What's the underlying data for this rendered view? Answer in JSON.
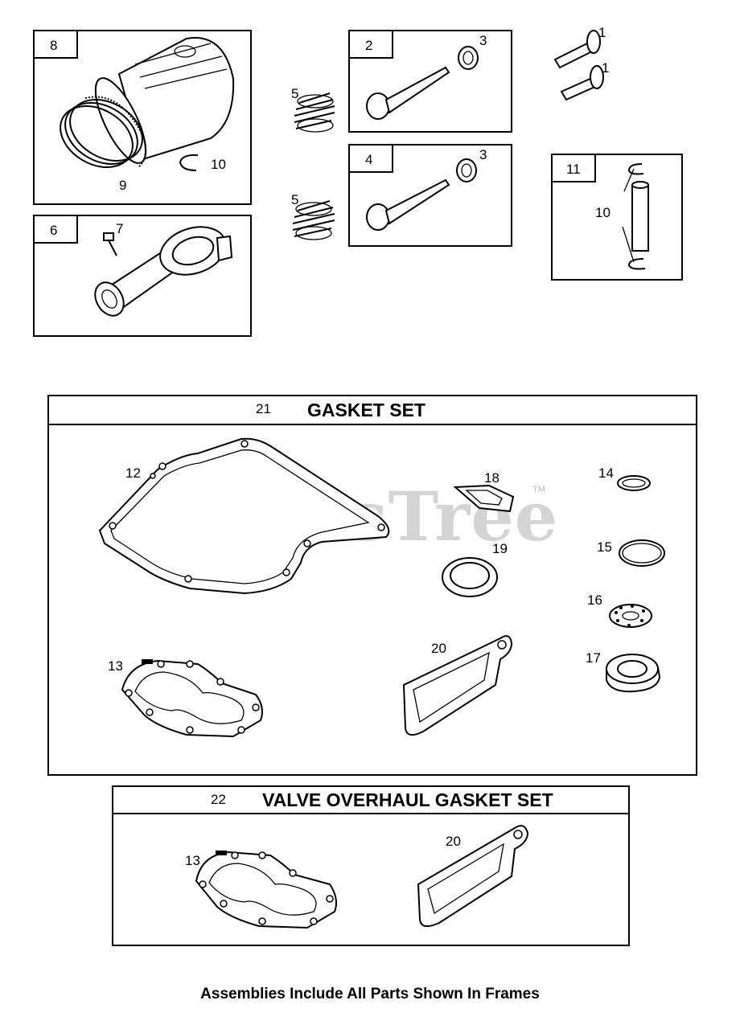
{
  "watermark": {
    "text": "PartsTree",
    "tm": "TM"
  },
  "frames": {
    "f8": {
      "num": "8",
      "parts": {
        "piston_rings": "9",
        "retainer": "10"
      }
    },
    "f6": {
      "num": "6",
      "parts": {
        "bolt": "7"
      }
    },
    "f2": {
      "num": "2",
      "parts": {
        "keeper": "3"
      }
    },
    "f4": {
      "num": "4",
      "parts": {
        "keeper": "3"
      }
    },
    "f11": {
      "num": "11",
      "parts": {
        "retainer": "10"
      }
    }
  },
  "loose": {
    "spring_top": "5",
    "spring_bottom": "5",
    "lifter_top": "1",
    "lifter_bottom": "1"
  },
  "gasket_set": {
    "num": "21",
    "title": "GASKET SET",
    "parts": {
      "crankcase_gasket": "12",
      "cylinder_head_gasket": "13",
      "seal_ring_a": "14",
      "seal_ring_b": "15",
      "bearing_16": "16",
      "bearing_17": "17",
      "exhaust_gasket": "18",
      "oil_seal": "19",
      "breather_gasket": "20"
    }
  },
  "valve_set": {
    "num": "22",
    "title": "VALVE OVERHAUL GASKET SET",
    "parts": {
      "cylinder_head_gasket": "13",
      "breather_gasket": "20"
    }
  },
  "caption": "Assemblies Include All Parts Shown In Frames"
}
